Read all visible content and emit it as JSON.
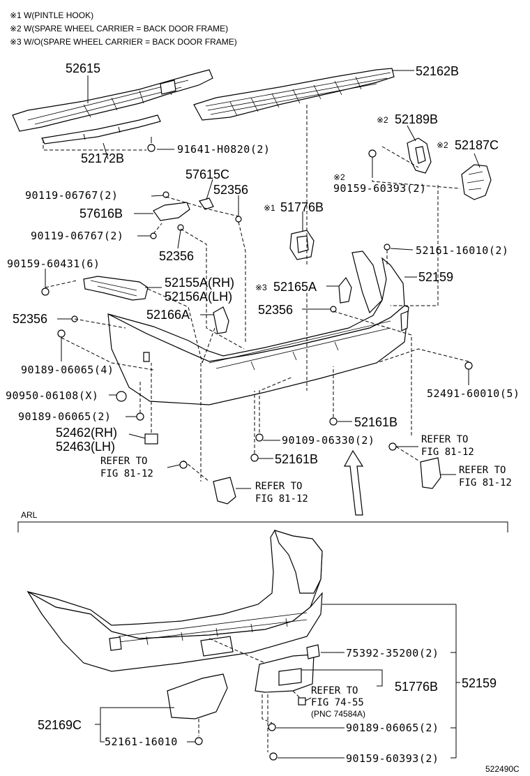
{
  "notes": [
    "※1 W(PINTLE HOOK)",
    "※2 W(SPARE WHEEL CARRIER = BACK DOOR FRAME)",
    "※3 W/O(SPARE WHEEL CARRIER = BACK DOOR FRAME)"
  ],
  "parts": {
    "p52615": "52615",
    "p52162B": "52162B",
    "p52172B": "52172B",
    "p91641": "91641-H0820(2)",
    "p52189B": "52189B",
    "p52187C": "52187C",
    "p90159_60393": "90159-60393(2)",
    "p57615C": "57615C",
    "p52356a": "52356",
    "p90119a": "90119-06767(2)",
    "p57616B": "57616B",
    "p90119b": "90119-06767(2)",
    "p52356b": "52356",
    "p51776B": "51776B",
    "p52161_16010": "52161-16010(2)",
    "p90159_60431": "90159-60431(6)",
    "p52155A": "52155A(RH)",
    "p52156A": "52156A(LH)",
    "p52165A": "52165A",
    "p52159": "52159",
    "p52356c": "52356",
    "p52166A": "52166A",
    "p52356d": "52356",
    "p90189_06065_4": "90189-06065(4)",
    "p52491": "52491-60010(5)",
    "p90950": "90950-06108(X)",
    "p90189_06065_2": "90189-06065(2)",
    "p52161B_a": "52161B",
    "p52462": "52462(RH)",
    "p52463": "52463(LH)",
    "p90109": "90109-06330(2)",
    "p52161B_b": "52161B"
  },
  "marks": {
    "m2": "※2",
    "m2b": "※2",
    "m2c": "※2",
    "m1": "※1",
    "m3": "※3"
  },
  "refs": {
    "ref1_a": "REFER TO",
    "ref1_b": "FIG 81-12",
    "ref2_a": "REFER TO",
    "ref2_b": "FIG 81-12",
    "ref3_a": "REFER TO",
    "ref3_b": "FIG 81-12",
    "ref4_a": "REFER TO",
    "ref4_b": "FIG 81-12"
  },
  "arl": {
    "label": "ARL",
    "p75392": "75392-35200(2)",
    "p51776B": "51776B",
    "p52159": "52159",
    "ref_a": "REFER TO",
    "ref_b": "FIG 74-55",
    "ref_c": "(PNC 74584A)",
    "p52169C": "52169C",
    "p52161_16010": "52161-16010",
    "p90189": "90189-06065(2)",
    "p90159": "90159-60393(2)"
  },
  "figure_id": "522490C"
}
